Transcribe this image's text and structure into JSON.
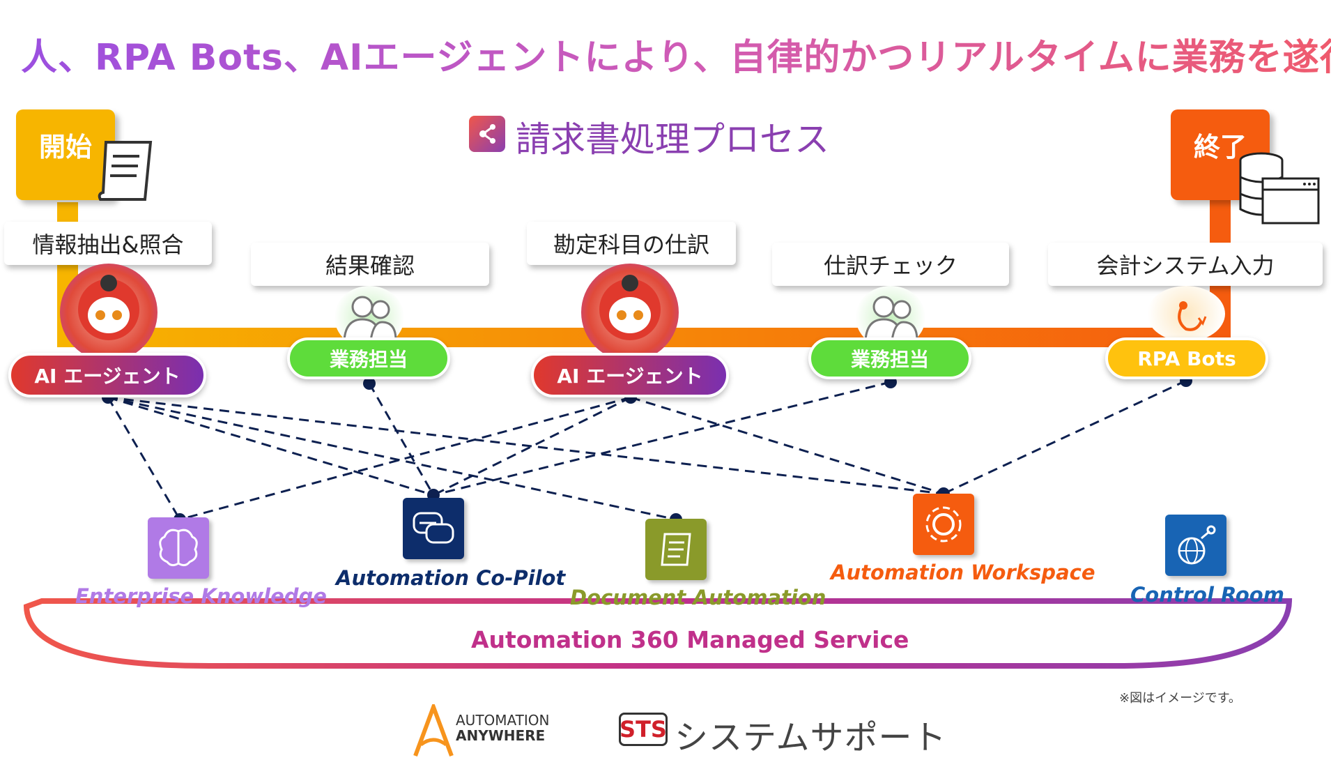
{
  "headline": "人、RPA Bots、AIエージェントにより、自律的かつリアルタイムに業務を遂行",
  "process_title": "請求書処理プロセス",
  "start_label": "開始",
  "end_label": "終了",
  "steps": [
    {
      "label": "情報抽出&照合",
      "actor": "AI エージェント",
      "actor_type": "ai"
    },
    {
      "label": "結果確認",
      "actor": "業務担当",
      "actor_type": "human"
    },
    {
      "label": "勘定科目の仕訳",
      "actor": "AI エージェント",
      "actor_type": "ai"
    },
    {
      "label": "仕訳チェック",
      "actor": "業務担当",
      "actor_type": "human"
    },
    {
      "label": "会計システム入力",
      "actor": "RPA Bots",
      "actor_type": "rpa"
    }
  ],
  "components": [
    {
      "label": "Enterprise Knowledge",
      "color": "#b07ae6",
      "icon": "brain-icon"
    },
    {
      "label": "Automation  Co-Pilot",
      "color": "#0d2d6b",
      "icon": "chat-icon"
    },
    {
      "label": "Document Automation",
      "color": "#8a9a2a",
      "icon": "document-icon"
    },
    {
      "label": "Automation  Workspace",
      "color": "#f55c0f",
      "icon": "gear-cycle-icon"
    },
    {
      "label": "Control Room",
      "color": "#1864b4",
      "icon": "globe-icon"
    }
  ],
  "managed_service": "Automation 360 Managed Service",
  "note": "※図はイメージです。",
  "logos": {
    "automation_anywhere_line1": "AUTOMATION",
    "automation_anywhere_line2": "ANYWHERE",
    "sts_mark": "STS",
    "sts_name": "システムサポート"
  },
  "colors": {
    "ai": "#e0392d",
    "human": "#5edc3b",
    "rpa": "#ffc20e",
    "timeline_start": "#f7b500",
    "timeline_end": "#f55c0f",
    "connector": "#0d2050"
  }
}
